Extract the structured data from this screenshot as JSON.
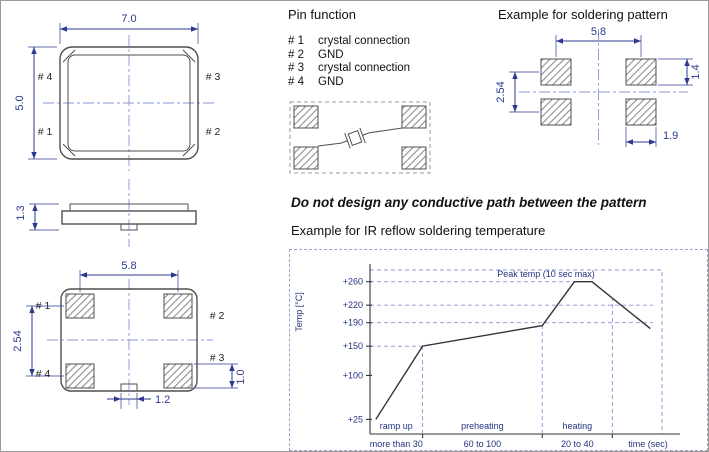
{
  "colors": {
    "drawing_line": "#4f4f4f",
    "dimension": "#2b3a8f",
    "centerline": "#8a94d8",
    "hatch": "#8f8f8f",
    "text": "#111111",
    "chart_text": "#23337f"
  },
  "top_view": {
    "dim_width": "7.0",
    "dim_height": "5.0",
    "pin_tl": "# 4",
    "pin_tr": "# 3",
    "pin_bl": "# 1",
    "pin_br": "# 2"
  },
  "side_view": {
    "dim_height": "1.3"
  },
  "bottom_view": {
    "dim_width": "5.8",
    "dim_pitch": "2.54",
    "dim_pad_w": "1.2",
    "dim_pad_h": "1.0",
    "pin_tl": "# 1",
    "pin_tr": "# 2",
    "pin_bl": "# 4",
    "pin_br": "# 3"
  },
  "pin_function": {
    "title": "Pin function",
    "items": [
      {
        "pin": "# 1",
        "func": "crystal connection"
      },
      {
        "pin": "# 2",
        "func": "GND"
      },
      {
        "pin": "# 3",
        "func": "crystal connection"
      },
      {
        "pin": "# 4",
        "func": "GND"
      }
    ]
  },
  "soldering_pattern": {
    "title": "Example for soldering pattern",
    "dim_width": "5.8",
    "dim_pitch": "2.54",
    "dim_pad_h": "1.4",
    "dim_pad_w": "1.9"
  },
  "warning": "Do not design any conductive path between the pattern",
  "reflow": {
    "title": "Example for IR reflow soldering temperature",
    "chart_data": {
      "type": "line",
      "ylabel": "Temp [°C]",
      "xlabel": "time (sec)",
      "ylim": [
        0,
        280
      ],
      "yticks": [
        {
          "label": "+260",
          "value": 260
        },
        {
          "label": "+220",
          "value": 220
        },
        {
          "label": "+190",
          "value": 190
        },
        {
          "label": "+150",
          "value": 150
        },
        {
          "label": "+100",
          "value": 100
        },
        {
          "label": "+25",
          "value": 25
        }
      ],
      "annotation": "Peak temp (10 sec max)",
      "profile": [
        {
          "x": 0.02,
          "temp": 25
        },
        {
          "x": 0.18,
          "temp": 150
        },
        {
          "x": 0.59,
          "temp": 185
        },
        {
          "x": 0.7,
          "temp": 260
        },
        {
          "x": 0.76,
          "temp": 260
        },
        {
          "x": 0.96,
          "temp": 180
        }
      ],
      "phase_boundaries": [
        0.18,
        0.59,
        0.83
      ],
      "gridlines": [
        {
          "value": 260,
          "to": 0.73
        },
        {
          "value": 220,
          "to": 0.97
        },
        {
          "value": 190,
          "to": 0.97
        },
        {
          "value": 150,
          "to": 0.18
        }
      ],
      "phases": [
        {
          "label": "ramp up",
          "duration": "more than 30",
          "mid": 0.09
        },
        {
          "label": "preheating",
          "duration": "60 to 100",
          "mid": 0.385
        },
        {
          "label": "heating",
          "duration": "20 to 40",
          "mid": 0.71
        }
      ]
    }
  }
}
